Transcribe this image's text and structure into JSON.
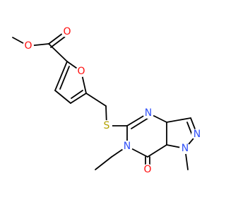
{
  "molecule": {
    "labels": {
      "ester_carbonyl_o": "O",
      "ester_ether_o": "O",
      "furan_o": "O",
      "thioether_s": "S",
      "pyrimidine_n_top": "N",
      "pyrazole_n_right": "N",
      "pyrazole_n_bottom": "N",
      "pyrimidine_n_ethyl": "N",
      "keto_o": "O"
    },
    "colors": {
      "bond": "#000000",
      "oxygen": "#ff0d0d",
      "nitrogen": "#3050f8",
      "sulfur": "#b2a100"
    }
  }
}
